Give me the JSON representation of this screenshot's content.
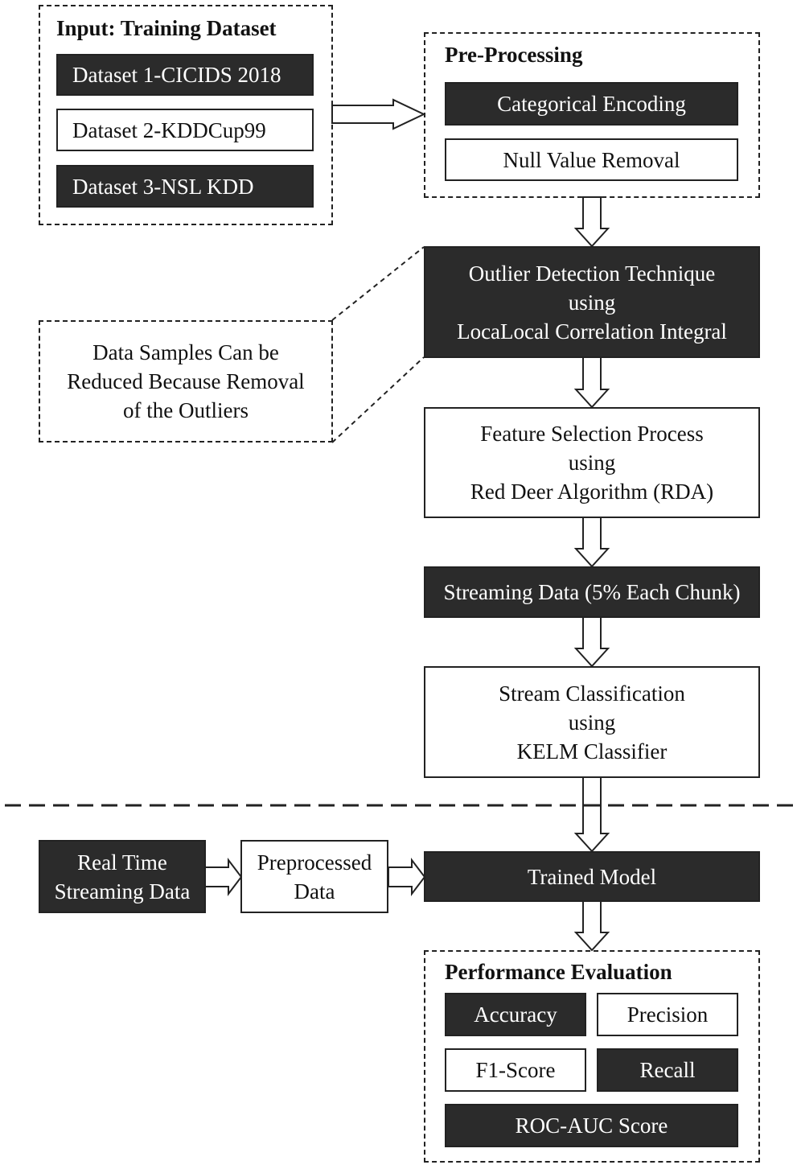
{
  "input_group": {
    "title": "Input: Training Dataset",
    "datasets": [
      "Dataset 1-CICIDS 2018",
      "Dataset 2-KDDCup99",
      "Dataset 3-NSL KDD"
    ]
  },
  "preprocessing": {
    "title": "Pre-Processing",
    "steps": [
      "Categorical Encoding",
      "Null Value Removal"
    ]
  },
  "outlier": {
    "lines": [
      "Outlier Detection Technique",
      "using",
      "LocaLocal Correlation Integral"
    ]
  },
  "note": {
    "lines": [
      "Data Samples Can be",
      "Reduced Because Removal",
      "of the Outliers"
    ]
  },
  "feature_selection": {
    "lines": [
      "Feature Selection Process",
      "using",
      "Red Deer Algorithm (RDA)"
    ]
  },
  "streaming": {
    "label": "Streaming Data (5% Each Chunk)"
  },
  "classification": {
    "lines": [
      "Stream Classification",
      "using",
      "KELM Classifier"
    ]
  },
  "realtime": {
    "lines": [
      "Real Time",
      "Streaming Data"
    ]
  },
  "preprocessed": {
    "lines": [
      "Preprocessed",
      "Data"
    ]
  },
  "trained_model": {
    "label": "Trained Model"
  },
  "performance": {
    "title": "Performance Evaluation",
    "metrics": [
      "Accuracy",
      "Precision",
      "F1-Score",
      "Recall",
      "ROC-AUC Score"
    ]
  },
  "colors": {
    "dark_fill": "#2b2b2b",
    "light_fill": "#ffffff",
    "stroke": "#222222"
  }
}
